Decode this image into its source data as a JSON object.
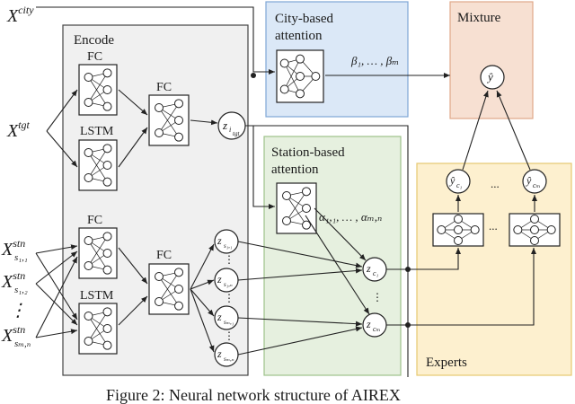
{
  "inputs": {
    "x_city": {
      "base": "X",
      "sup": "city"
    },
    "x_tgt": {
      "base": "X",
      "sup": "tgt"
    },
    "x_stn_11": {
      "base": "X",
      "sup": "stn",
      "sub": "s₁,₁"
    },
    "x_stn_12": {
      "base": "X",
      "sup": "stn",
      "sub": "s₁,₂"
    },
    "x_stn_mn": {
      "base": "X",
      "sup": "stn",
      "sub": "sₘ,ₙ"
    },
    "dots": "⋮"
  },
  "panels": {
    "encode": "Encode",
    "city_attention_line1": "City-based",
    "city_attention_line2": "attention",
    "station_attention_line1": "Station-based",
    "station_attention_line2": "attention",
    "mixture": "Mixture",
    "experts": "Experts"
  },
  "layers": {
    "fc_top": "FC",
    "lstm_top": "LSTM",
    "fc_merge_top": "FC",
    "fc_bottom": "FC",
    "lstm_bottom": "LSTM",
    "fc_merge_bottom": "FC"
  },
  "nodes": {
    "z_tgt": "z",
    "z_tgt_sub": "i",
    "z_tgt_subsub": "tgt",
    "z_s11": "z",
    "z_s11_sub": "s₁,₁",
    "z_s1n": "z",
    "z_s1n_sub": "s₁,ₙ",
    "z_sm1": "z",
    "z_sm1_sub": "sₘ,₁",
    "z_smn": "z",
    "z_smn_sub": "sₘ,ₙ",
    "z_c1": "z",
    "z_c1_sub": "c₁",
    "z_cm": "z",
    "z_cm_sub": "cₘ",
    "y_hat": "ŷ",
    "y_c1": "ŷ",
    "y_c1_sub": "c₁",
    "y_cm": "ŷ",
    "y_cm_sub": "cₘ",
    "ellipsis_h": "...",
    "ellipsis_v": "⋮"
  },
  "annotations": {
    "beta": "β₁, … , βₘ",
    "alpha": "α₁,₁, … , αₘ,ₙ"
  },
  "caption": "Figure 2: Neural network structure of AIREX"
}
